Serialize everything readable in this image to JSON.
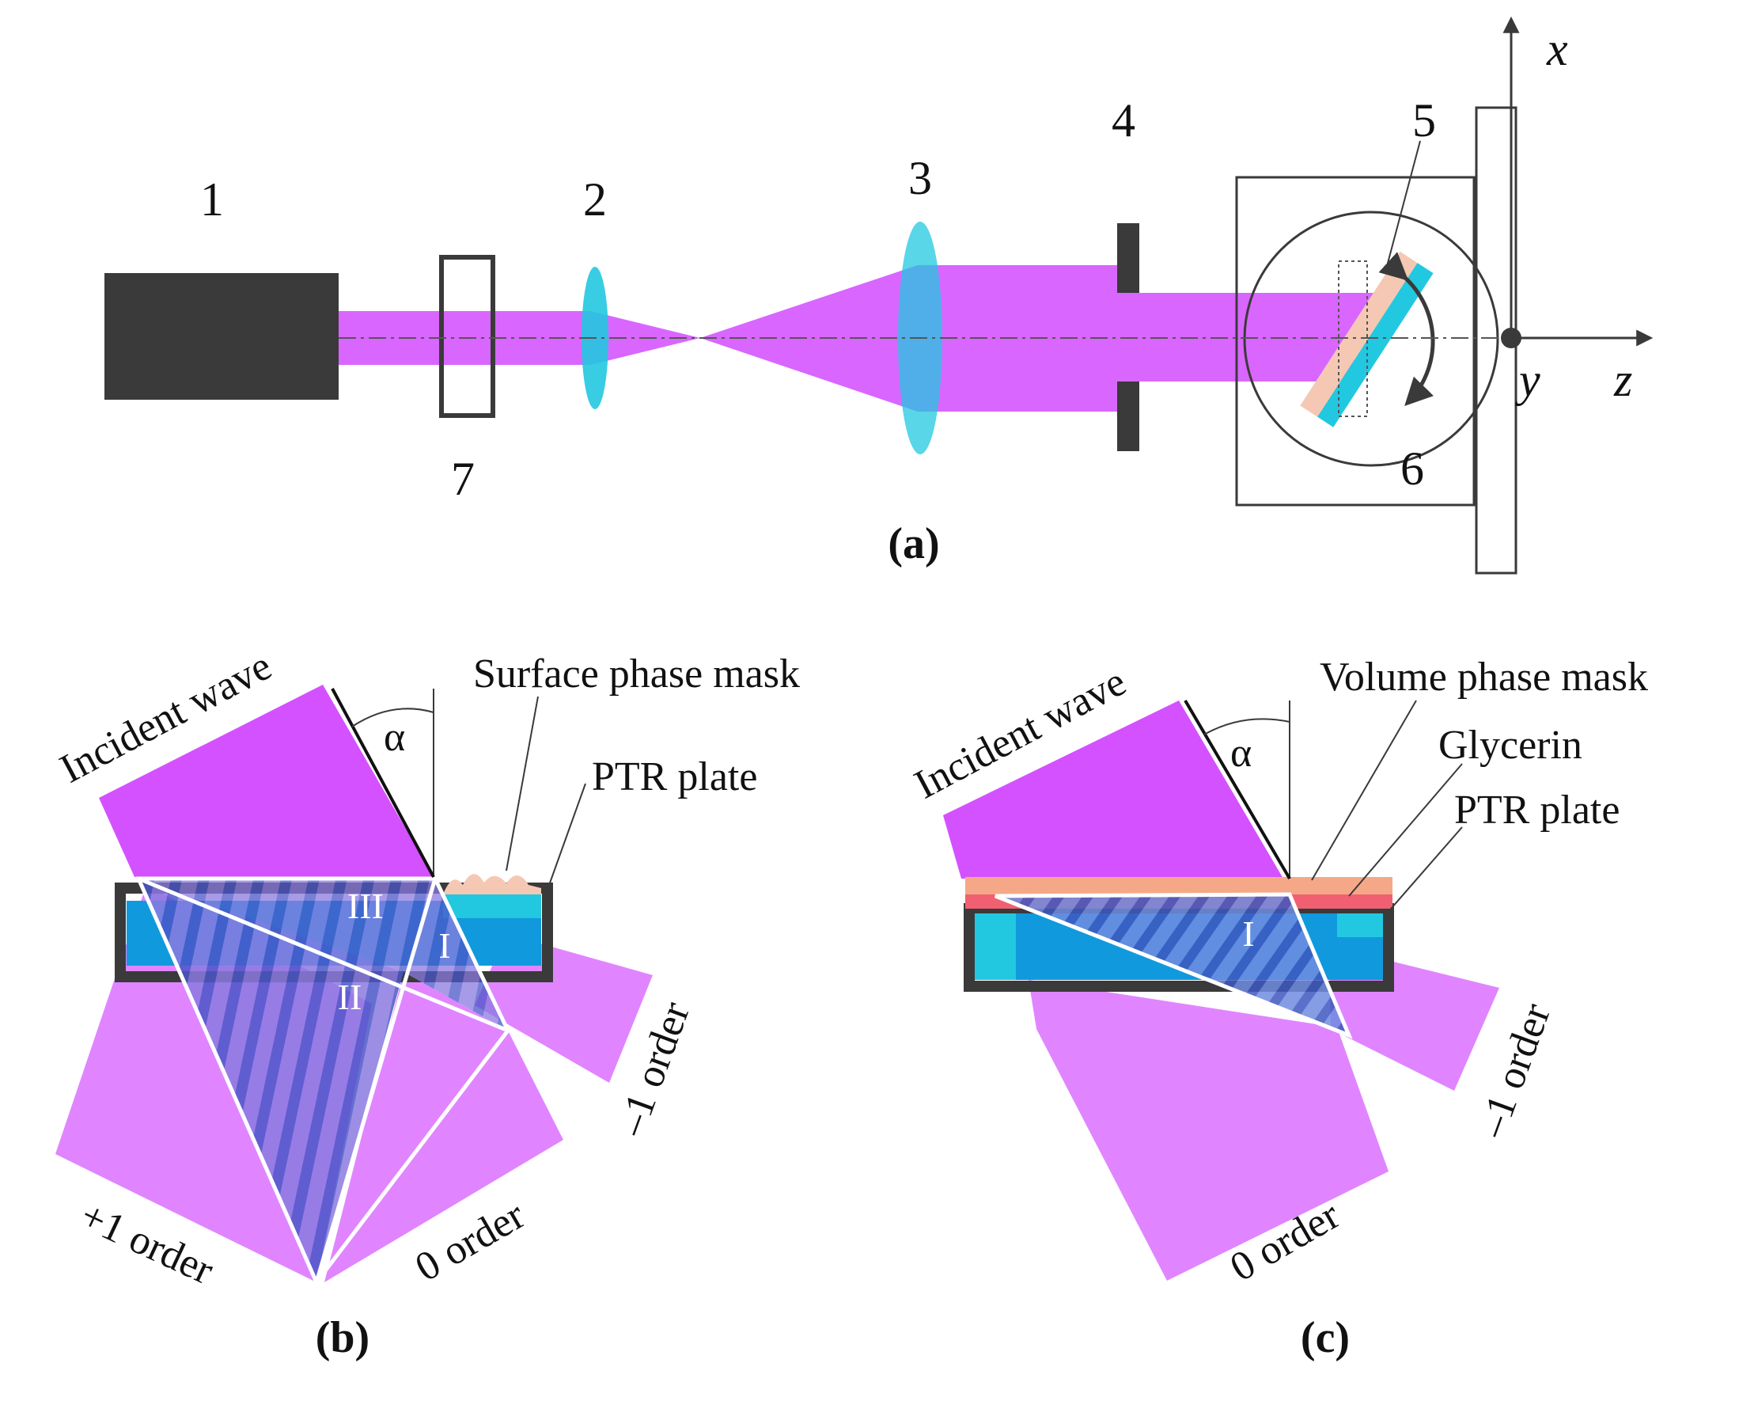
{
  "panel_a": {
    "numbers": [
      "1",
      "2",
      "3",
      "4",
      "5",
      "6",
      "7"
    ],
    "axes": {
      "x": "x",
      "y": "y",
      "z": "z"
    },
    "panel_label": "(a)"
  },
  "panel_b": {
    "incident": "Incident wave",
    "alpha": "α",
    "mask": "Surface phase mask",
    "ptr": "PTR plate",
    "roman": [
      "III",
      "I",
      "II"
    ],
    "orders": {
      "plus1": "+1 order",
      "zero": "0 order",
      "minus1": "–1 order"
    },
    "panel_label": "(b)"
  },
  "panel_c": {
    "incident": "Incident wave",
    "alpha": "α",
    "mask": "Volume phase mask",
    "glycerin": "Glycerin",
    "ptr": "PTR plate",
    "roman": [
      "I"
    ],
    "orders": {
      "zero": "0 order",
      "minus1": "–1 order"
    },
    "panel_label": "(c)"
  },
  "colors": {
    "beam": "#cc33ff",
    "beam_light": "#dd88ff",
    "lens": "#22c8e0",
    "ptr": "#1199dd",
    "dark": "#3a3a3a",
    "mask_peach": "#f5c8b4",
    "glycerin": "#f06070"
  }
}
